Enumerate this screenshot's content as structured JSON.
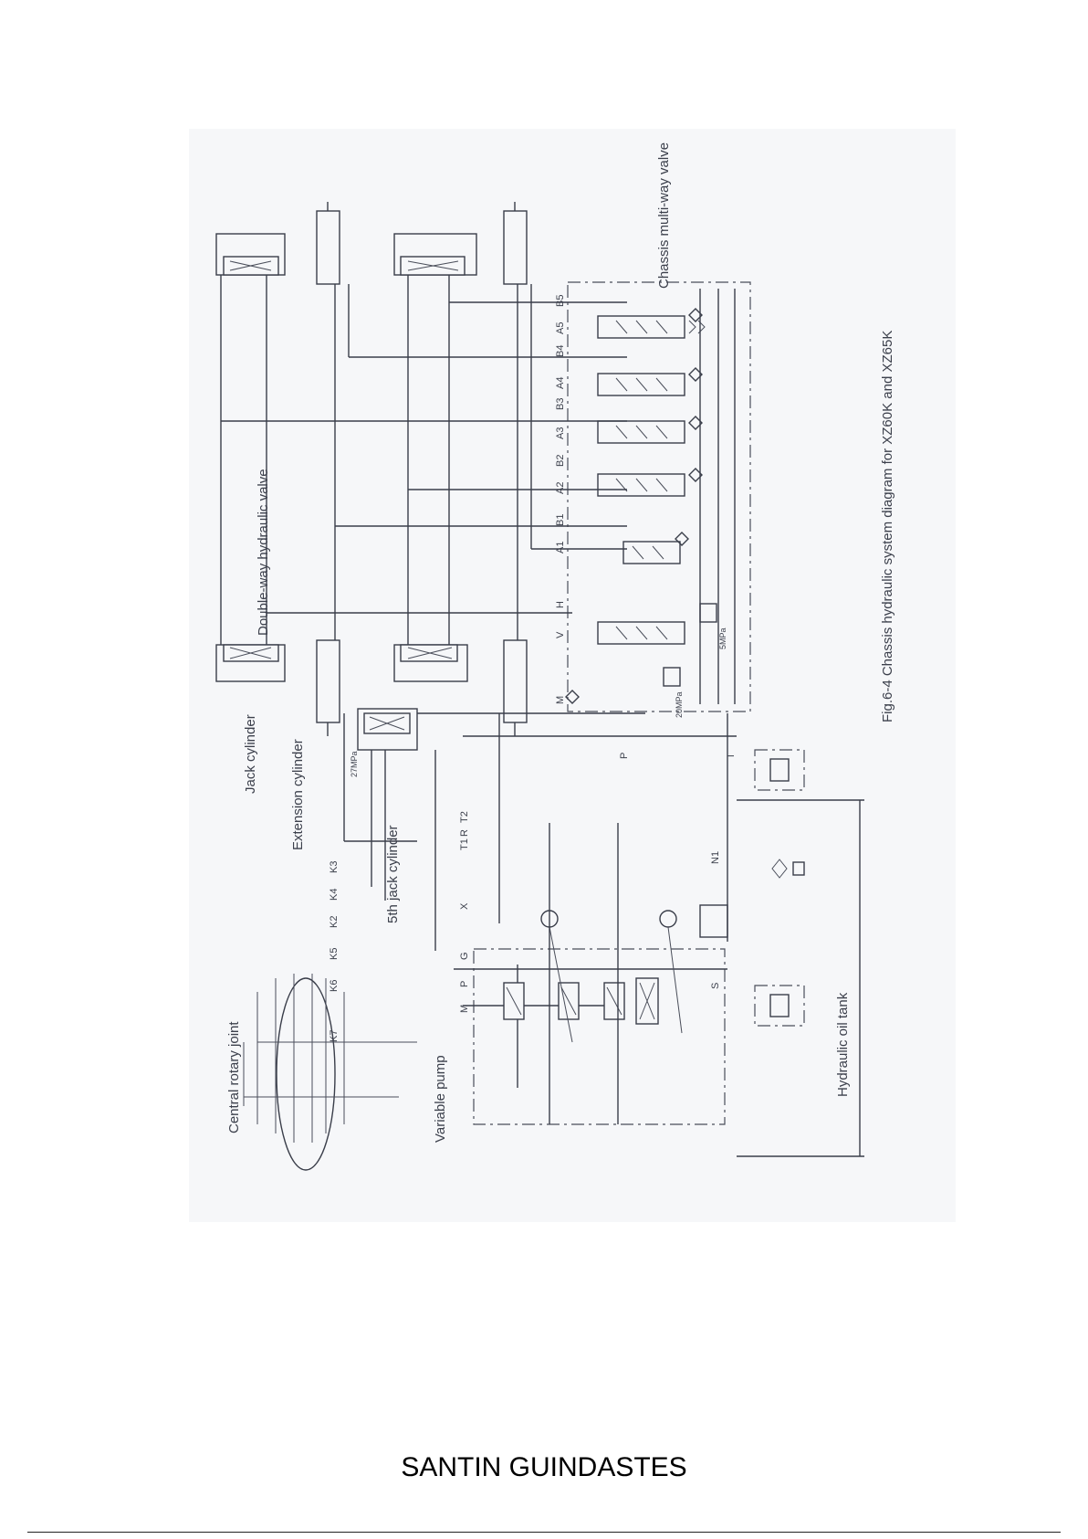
{
  "labels": {
    "central_rotary_joint": "Central rotary joint",
    "variable_pump": "Variable pump",
    "jack_cylinder": "Jack cylinder",
    "extension_cylinder": "Extension cylinder",
    "fifth_jack_cylinder": "5th jack cylinder",
    "double_way_valve": "Double-way hydraulic valve",
    "hydraulic_oil_tank": "Hydraulic oil tank",
    "chassis_multi_way_valve": "Chassis multi-way valve",
    "caption": "Fig.6-4    Chassis hydraulic system diagram for XZ60K and XZ65K",
    "pressure_27": "27MPa",
    "pressure_20": "20MPa",
    "pressure_5": "5MPa"
  },
  "rotary_ports": [
    "K7",
    "K6",
    "K5",
    "K2",
    "K4",
    "K3"
  ],
  "pump_ports": [
    "M",
    "P",
    "G",
    "X",
    "T1",
    "R",
    "T2",
    "S",
    "N1"
  ],
  "valve_ports": [
    "M",
    "V",
    "H",
    "A1",
    "B1",
    "A2",
    "B2",
    "A3",
    "B3",
    "A4",
    "B4",
    "A5",
    "B5",
    "P",
    "T"
  ],
  "footer": "SANTIN GUINDASTES"
}
